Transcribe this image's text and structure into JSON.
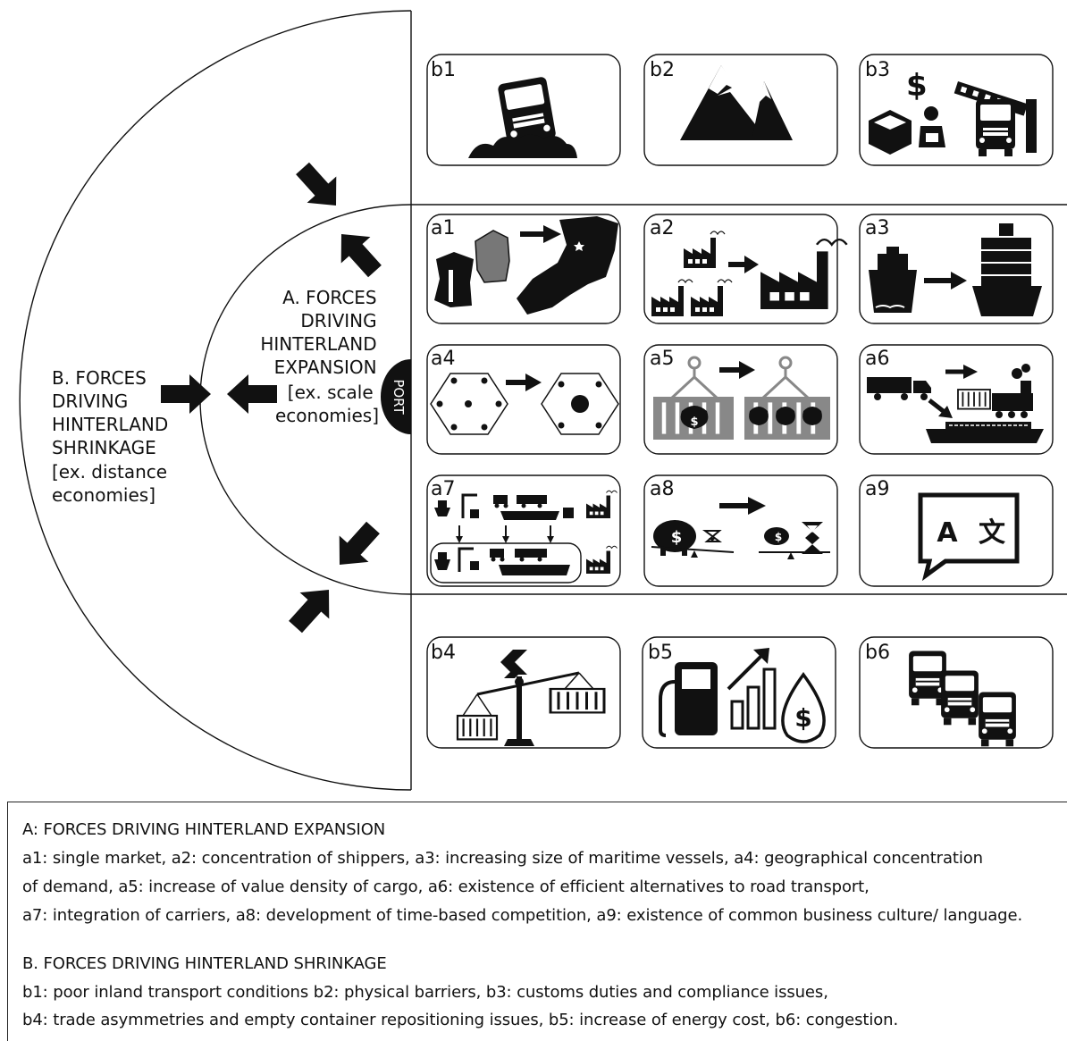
{
  "diagram": {
    "port_label": "PORT",
    "force_a_lines": [
      "A. FORCES",
      "DRIVING",
      "HINTERLAND",
      "EXPANSION",
      "[ex. scale",
      "economies]"
    ],
    "force_b_lines": [
      "B. FORCES",
      "DRIVING",
      "HINTERLAND",
      "SHRINKAGE",
      "[ex. distance",
      "economies]"
    ],
    "cards": {
      "b1": "b1",
      "b2": "b2",
      "b3": "b3",
      "a1": "a1",
      "a2": "a2",
      "a3": "a3",
      "a4": "a4",
      "a5": "a5",
      "a6": "a6",
      "a7": "a7",
      "a8": "a8",
      "a9": "a9",
      "b4": "b4",
      "b5": "b5",
      "b6": "b6"
    },
    "icons": {
      "b1": "truck-on-rough-road-icon",
      "b2": "mountains-icon",
      "b3": "customs-icon",
      "a1": "single-market-map-icon",
      "a2": "factory-concentration-icon",
      "a3": "ship-size-icon",
      "a4": "demand-concentration-icon",
      "a5": "container-value-icon",
      "a6": "transport-alternatives-icon",
      "a7": "carrier-integration-icon",
      "a8": "time-competition-icon",
      "a9": "language-icon",
      "b4": "trade-asymmetry-icon",
      "b5": "energy-cost-icon",
      "b6": "congestion-icon"
    },
    "symbols": {
      "a9_latin": "A",
      "a9_cjk": "文",
      "dollar": "$"
    }
  },
  "legend": {
    "a_title": "A: FORCES DRIVING HINTERLAND EXPANSION",
    "a_line1": "a1: single market, a2: concentration of shippers, a3: increasing size of maritime vessels, a4: geographical concentration",
    "a_line2": "of demand, a5: increase of value density of cargo, a6: existence of efficient alternatives to road transport,",
    "a_line3": "a7: integration of carriers, a8: development of time-based competition,   a9: existence of common business culture/ language.",
    "b_title": "B. FORCES DRIVING HINTERLAND SHRINKAGE",
    "b_line1": "b1: poor inland transport conditions b2: physical barriers, b3: customs duties and compliance issues,",
    "b_line2": "b4: trade asymmetries and empty container repositioning issues, b5: increase of energy cost, b6: congestion."
  }
}
